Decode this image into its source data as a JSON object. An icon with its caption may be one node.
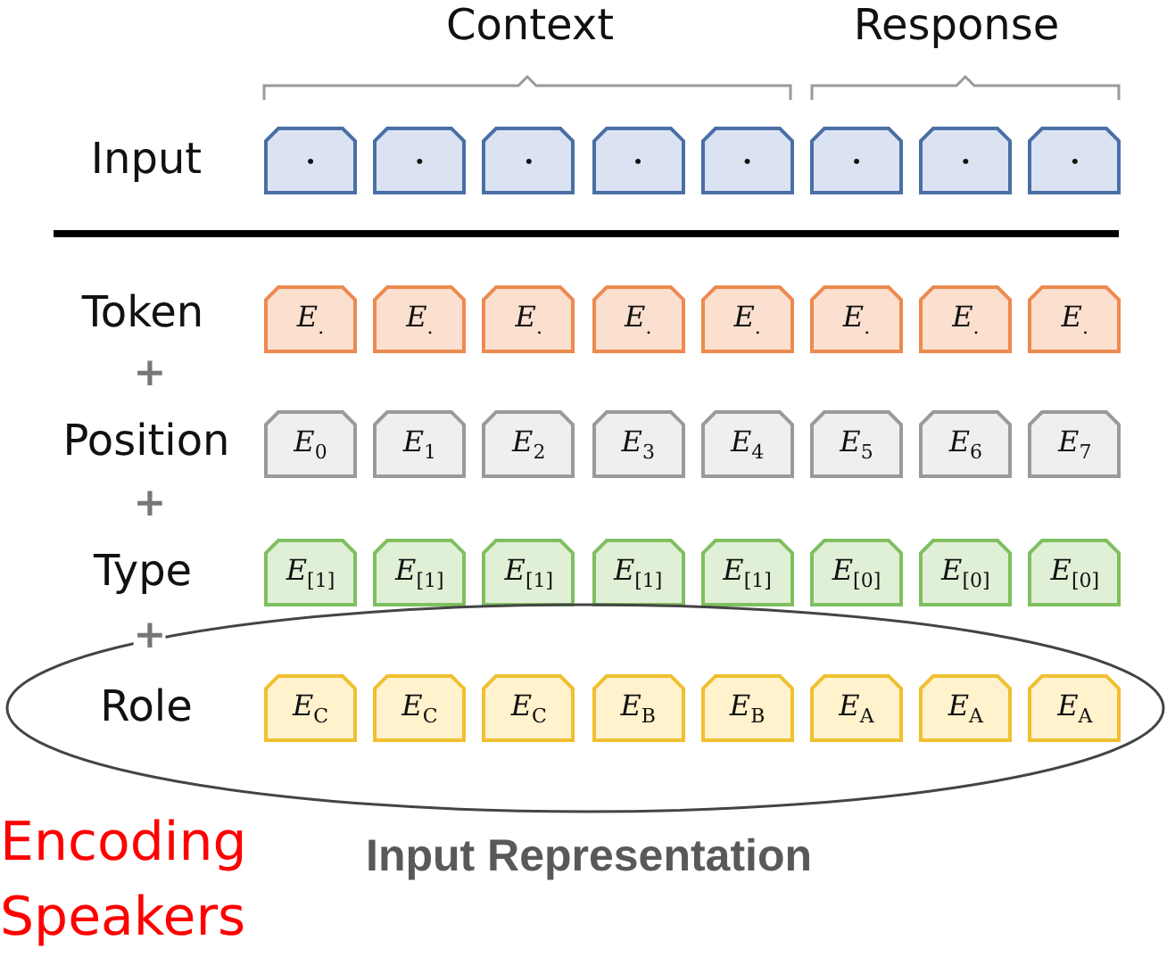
{
  "diagram": {
    "caption": "Input Representation",
    "nodes": [
      {
        "text": [
          "·"
        ]
      },
      {
        "text": [
          "·"
        ]
      },
      {
        "text": [
          "·"
        ]
      },
      {
        "text": [
          "·"
        ]
      },
      {
        "text": [
          "·"
        ]
      },
      {
        "text": [
          "·"
        ]
      },
      {
        "text": [
          "·"
        ]
      },
      {
        "text": [
          "·"
        ]
      },
      {
        "text": [
          "E$_{.}$"
        ]
      },
      {
        "text": [
          "E$_{.}$"
        ]
      },
      {
        "text": [
          "E$_{.}$"
        ]
      },
      {
        "text": [
          "E$_{.}$"
        ]
      },
      {
        "text": [
          "E$_{.}$"
        ]
      },
      {
        "text": [
          "E$_{.}$"
        ]
      },
      {
        "text": [
          "E$_{.}$"
        ]
      },
      {
        "text": [
          "E$_{.}$"
        ]
      },
      {
        "text": [
          "E$_{0}$"
        ]
      },
      {
        "text": [
          "E$_{1}$"
        ]
      },
      {
        "text": [
          "E$_{2}$"
        ]
      },
      {
        "text": [
          "E$_{3}$"
        ]
      },
      {
        "text": [
          "E$_{4}$"
        ]
      },
      {
        "text": [
          "E$_{5}$"
        ]
      },
      {
        "text": [
          "E$_{6}$"
        ]
      },
      {
        "text": [
          "E$_{7}$"
        ]
      },
      {
        "text": [
          "E$_{[1]}$"
        ]
      },
      {
        "text": [
          "E$_{[1]}$"
        ]
      },
      {
        "text": [
          "E$_{[1]}$"
        ]
      },
      {
        "text": [
          "E$_{[1]}$"
        ]
      },
      {
        "text": [
          "E$_{[1]}$"
        ]
      },
      {
        "text": [
          "E$_{[0]}$"
        ]
      },
      {
        "text": [
          "E$_{[0]}$"
        ]
      },
      {
        "text": [
          "E$_{[0]}$"
        ]
      },
      {
        "text": [
          "Role"
        ]
      },
      {
        "text": [
          "E$_{C}$"
        ],
        "in": 32
      },
      {
        "text": [
          "E$_{C}$"
        ],
        "in": 32
      },
      {
        "text": [
          "E$_{C}$"
        ],
        "in": 32
      },
      {
        "text": [
          "E$_{B}$"
        ],
        "in": 32
      },
      {
        "text": [
          "E$_{B}$"
        ],
        "in": 32
      },
      {
        "text": [
          "E$_{A}$"
        ],
        "in": 32
      },
      {
        "text": [
          "E$_{A}$"
        ],
        "in": 32
      },
      {
        "text": [
          "E$_{A}$"
        ],
        "in": 32
      }
    ],
    "labels": [
      "Context",
      "Response",
      "Input",
      "Token",
      "+",
      "Position",
      "+",
      "Type",
      "+",
      "Encoding Speakers"
    ]
  }
}
